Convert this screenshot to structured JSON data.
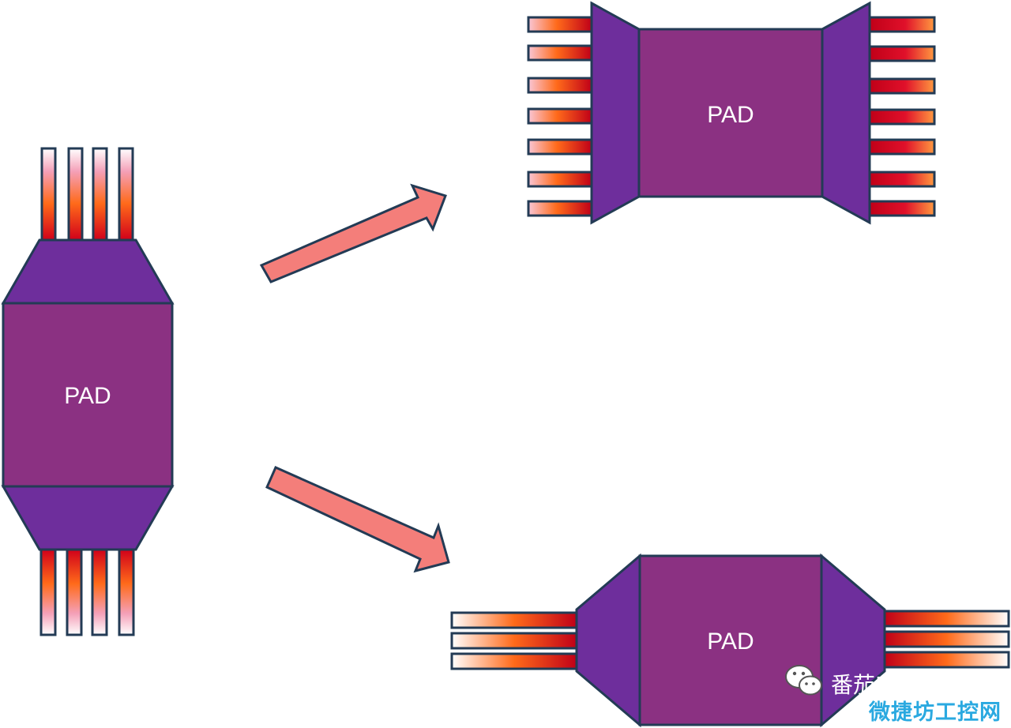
{
  "diagram": {
    "pad_label_left": "PAD",
    "pad_label_top_right": "PAD",
    "pad_label_bottom_right": "PAD"
  },
  "watermark": {
    "account": "番茄ESD小栈",
    "site": "微捷坊工控网",
    "icon": "wechat-icon"
  },
  "colors": {
    "pad_fill": "#8b3182",
    "shoulder_fill": "#6e2e9c",
    "outline": "#233b55",
    "arrow_fill": "#f47e7a",
    "lead_hot": "#d0001a",
    "lead_cool": "#ffffff",
    "site_text": "#2aa9e0"
  }
}
